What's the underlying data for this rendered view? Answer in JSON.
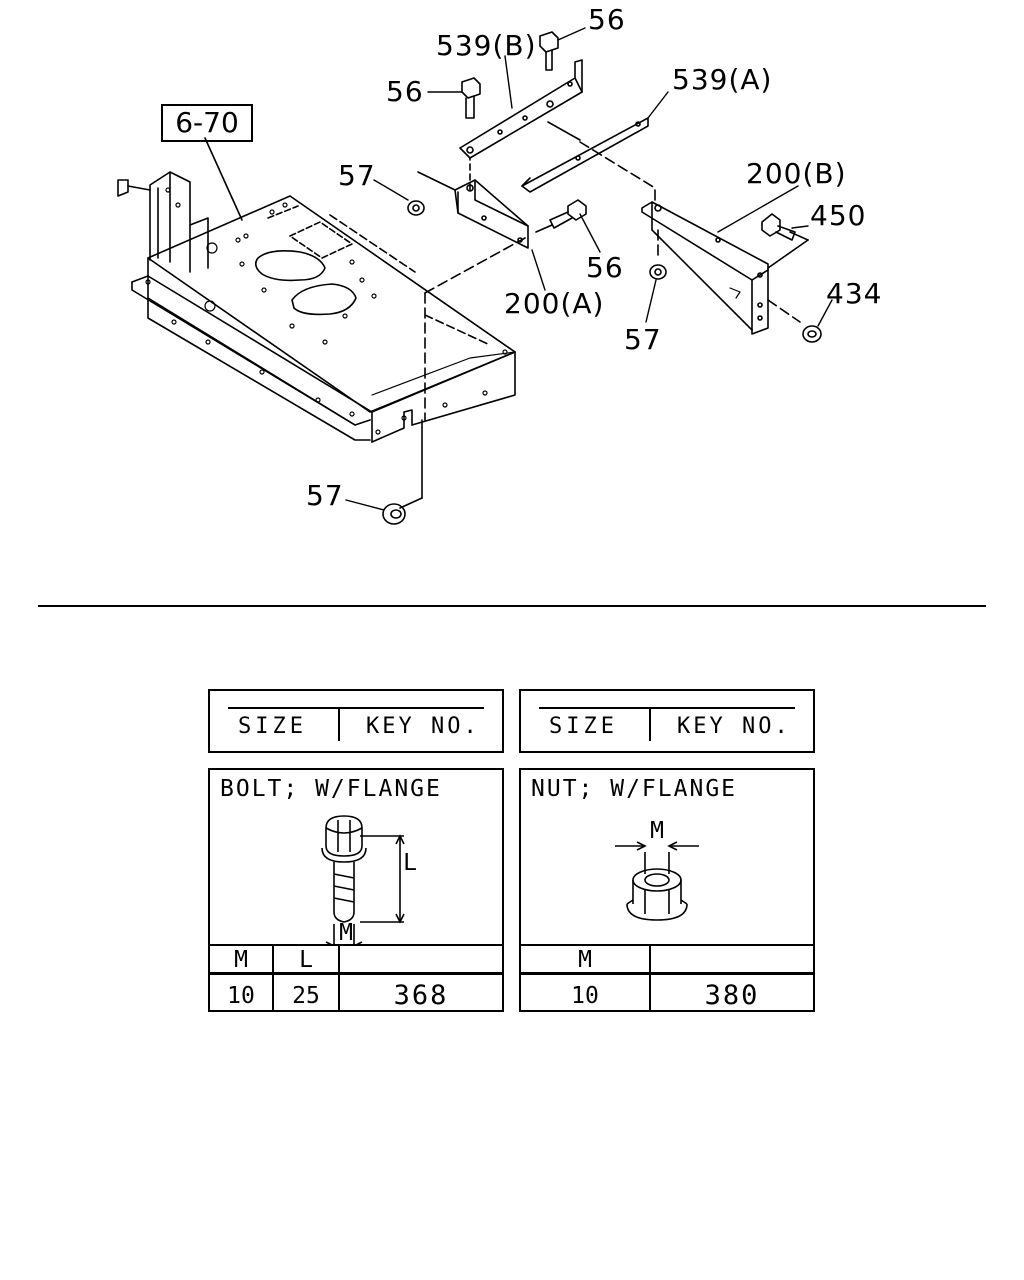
{
  "callouts": {
    "ref": "6-70",
    "c539b": "539(B)",
    "c56_top": "56",
    "c56_left": "56",
    "c539a": "539(A)",
    "c57_upper": "57",
    "c200b": "200(B)",
    "c450": "450",
    "c56_mid": "56",
    "c200a": "200(A)",
    "c434": "434",
    "c57_right": "57",
    "c57_bottom": "57"
  },
  "bolt_table": {
    "header_size": "SIZE",
    "header_key": "KEY NO.",
    "title": "BOLT; W/FLANGE",
    "dim_l": "L",
    "dim_m": "M",
    "col_m": "M",
    "col_l": "L",
    "row_m": "10",
    "row_l": "25",
    "row_key": "368"
  },
  "nut_table": {
    "header_size": "SIZE",
    "header_key": "KEY NO.",
    "title": "NUT; W/FLANGE",
    "dim_m": "M",
    "col_m": "M",
    "row_m": "10",
    "row_key": "380"
  }
}
